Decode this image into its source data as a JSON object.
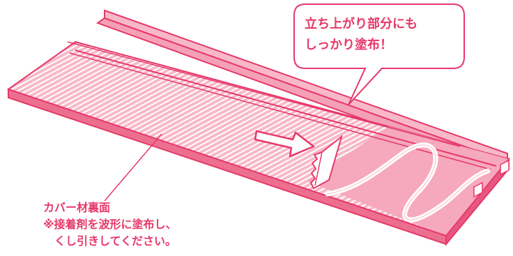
{
  "callout": {
    "line1": "立ち上がり部分にも",
    "line2": "しっかり塗布！"
  },
  "label": {
    "title": "カバー材裏面",
    "note_line1": "※接着剤を波形に塗布し、",
    "note_line2": "くし引きしてください。"
  },
  "colors": {
    "accent": "#e6386a",
    "board_fill": "#f7b6c6",
    "board_stripe": "#ffffff",
    "board_shade": "#e8577e",
    "glue_area": "#f6a9bc"
  }
}
